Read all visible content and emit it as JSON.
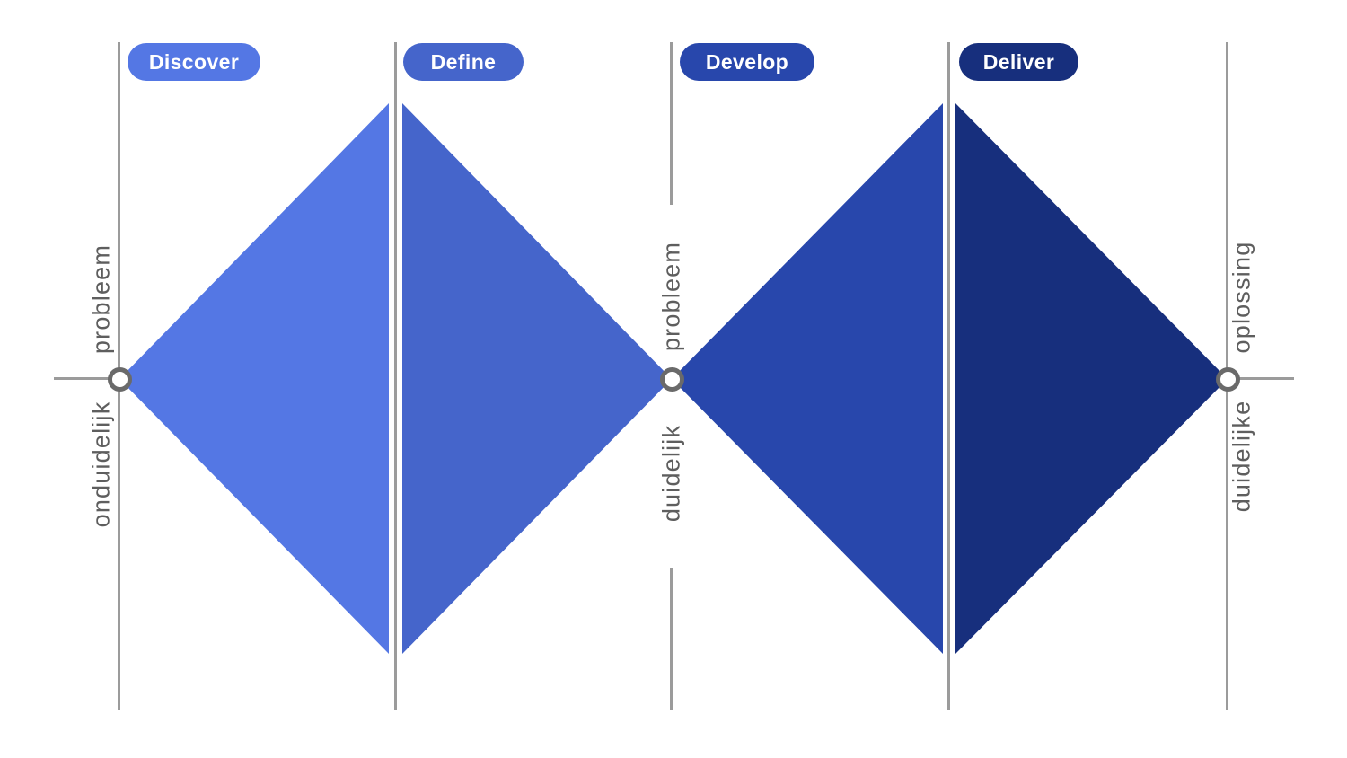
{
  "phases": [
    {
      "label": "Discover",
      "color": "#5477E4"
    },
    {
      "label": "Define",
      "color": "#4565CB"
    },
    {
      "label": "Develop",
      "color": "#2847AC"
    },
    {
      "label": "Deliver",
      "color": "#172F7D"
    }
  ],
  "axis_markers": {
    "left": {
      "top_word": "probleem",
      "bottom_word": "onduidelijk"
    },
    "center": {
      "top_word": "probleem",
      "bottom_word": "duidelijk"
    },
    "right": {
      "top_word": "oplossing",
      "bottom_word": "duidelijke"
    }
  },
  "colors": {
    "background": "#ffffff",
    "line": "#9b9b9b",
    "label_text": "#5e5e5e",
    "marker_stroke": "#6a6a6a",
    "marker_fill": "#ffffff",
    "pill_text": "#ffffff"
  }
}
